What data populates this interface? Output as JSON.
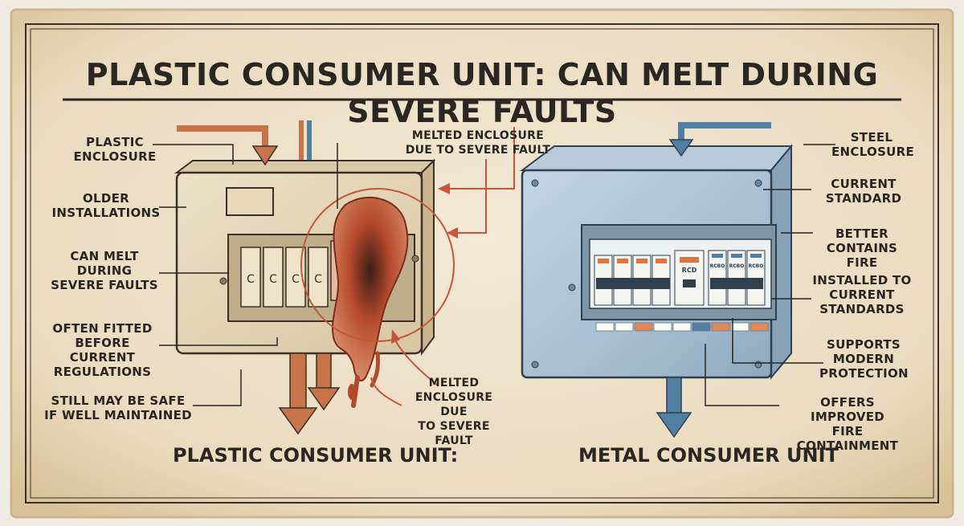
{
  "title": "PLASTIC CONSUMER UNIT: CAN MELT DURING SEVERE FAULTS",
  "plastic": {
    "caption": "PLASTIC CONSUMER UNIT:",
    "labels": {
      "enclosure": "PLASTIC\nENCLOSURE",
      "older": "OLDER\nINSTALLATIONS",
      "can_melt": "CAN MELT\nDURING\nSEVERE FAULTS",
      "often_fitted": "OFTEN FITTED\nBEFORE CURRENT\nREGULATIONS",
      "still_safe": "STILL MAY BE SAFE\nIF WELL MAINTAINED",
      "melted_top": "MELTED ENCLOSURE\nDUE TO SEVERE FAULT",
      "melted_bottom": "MELTED\nENCLOSURE DUE\nTO SEVERE FAULT"
    },
    "breaker_glyph": "C"
  },
  "metal": {
    "caption": "METAL CONSUMER UNIT",
    "labels": {
      "steel": "STEEL\nENCLOSURE",
      "current_standard": "CURRENT\nSTANDARD",
      "better_contains": "BETTER\nCONTAINS FIRE",
      "installed": "INSTALLED TO\nCURRENT\nSTANDARDS",
      "supports": "SUPPORTS\nMODERN\nPROTECTION",
      "offers": "OFFERS IMPROVED\nFIRE CONTAINMENT"
    },
    "rcd_labels": [
      "RCD",
      "RCBO",
      "RCBO",
      "RCBO"
    ]
  },
  "colors": {
    "paper": "#efe3cc",
    "ink": "#2a2520",
    "warm_arrow": "#c8744a",
    "cool_arrow": "#4f7fa3",
    "steel": "#a9c0d1",
    "plastic": "#e2d4b5",
    "melt": "#c4563a"
  }
}
